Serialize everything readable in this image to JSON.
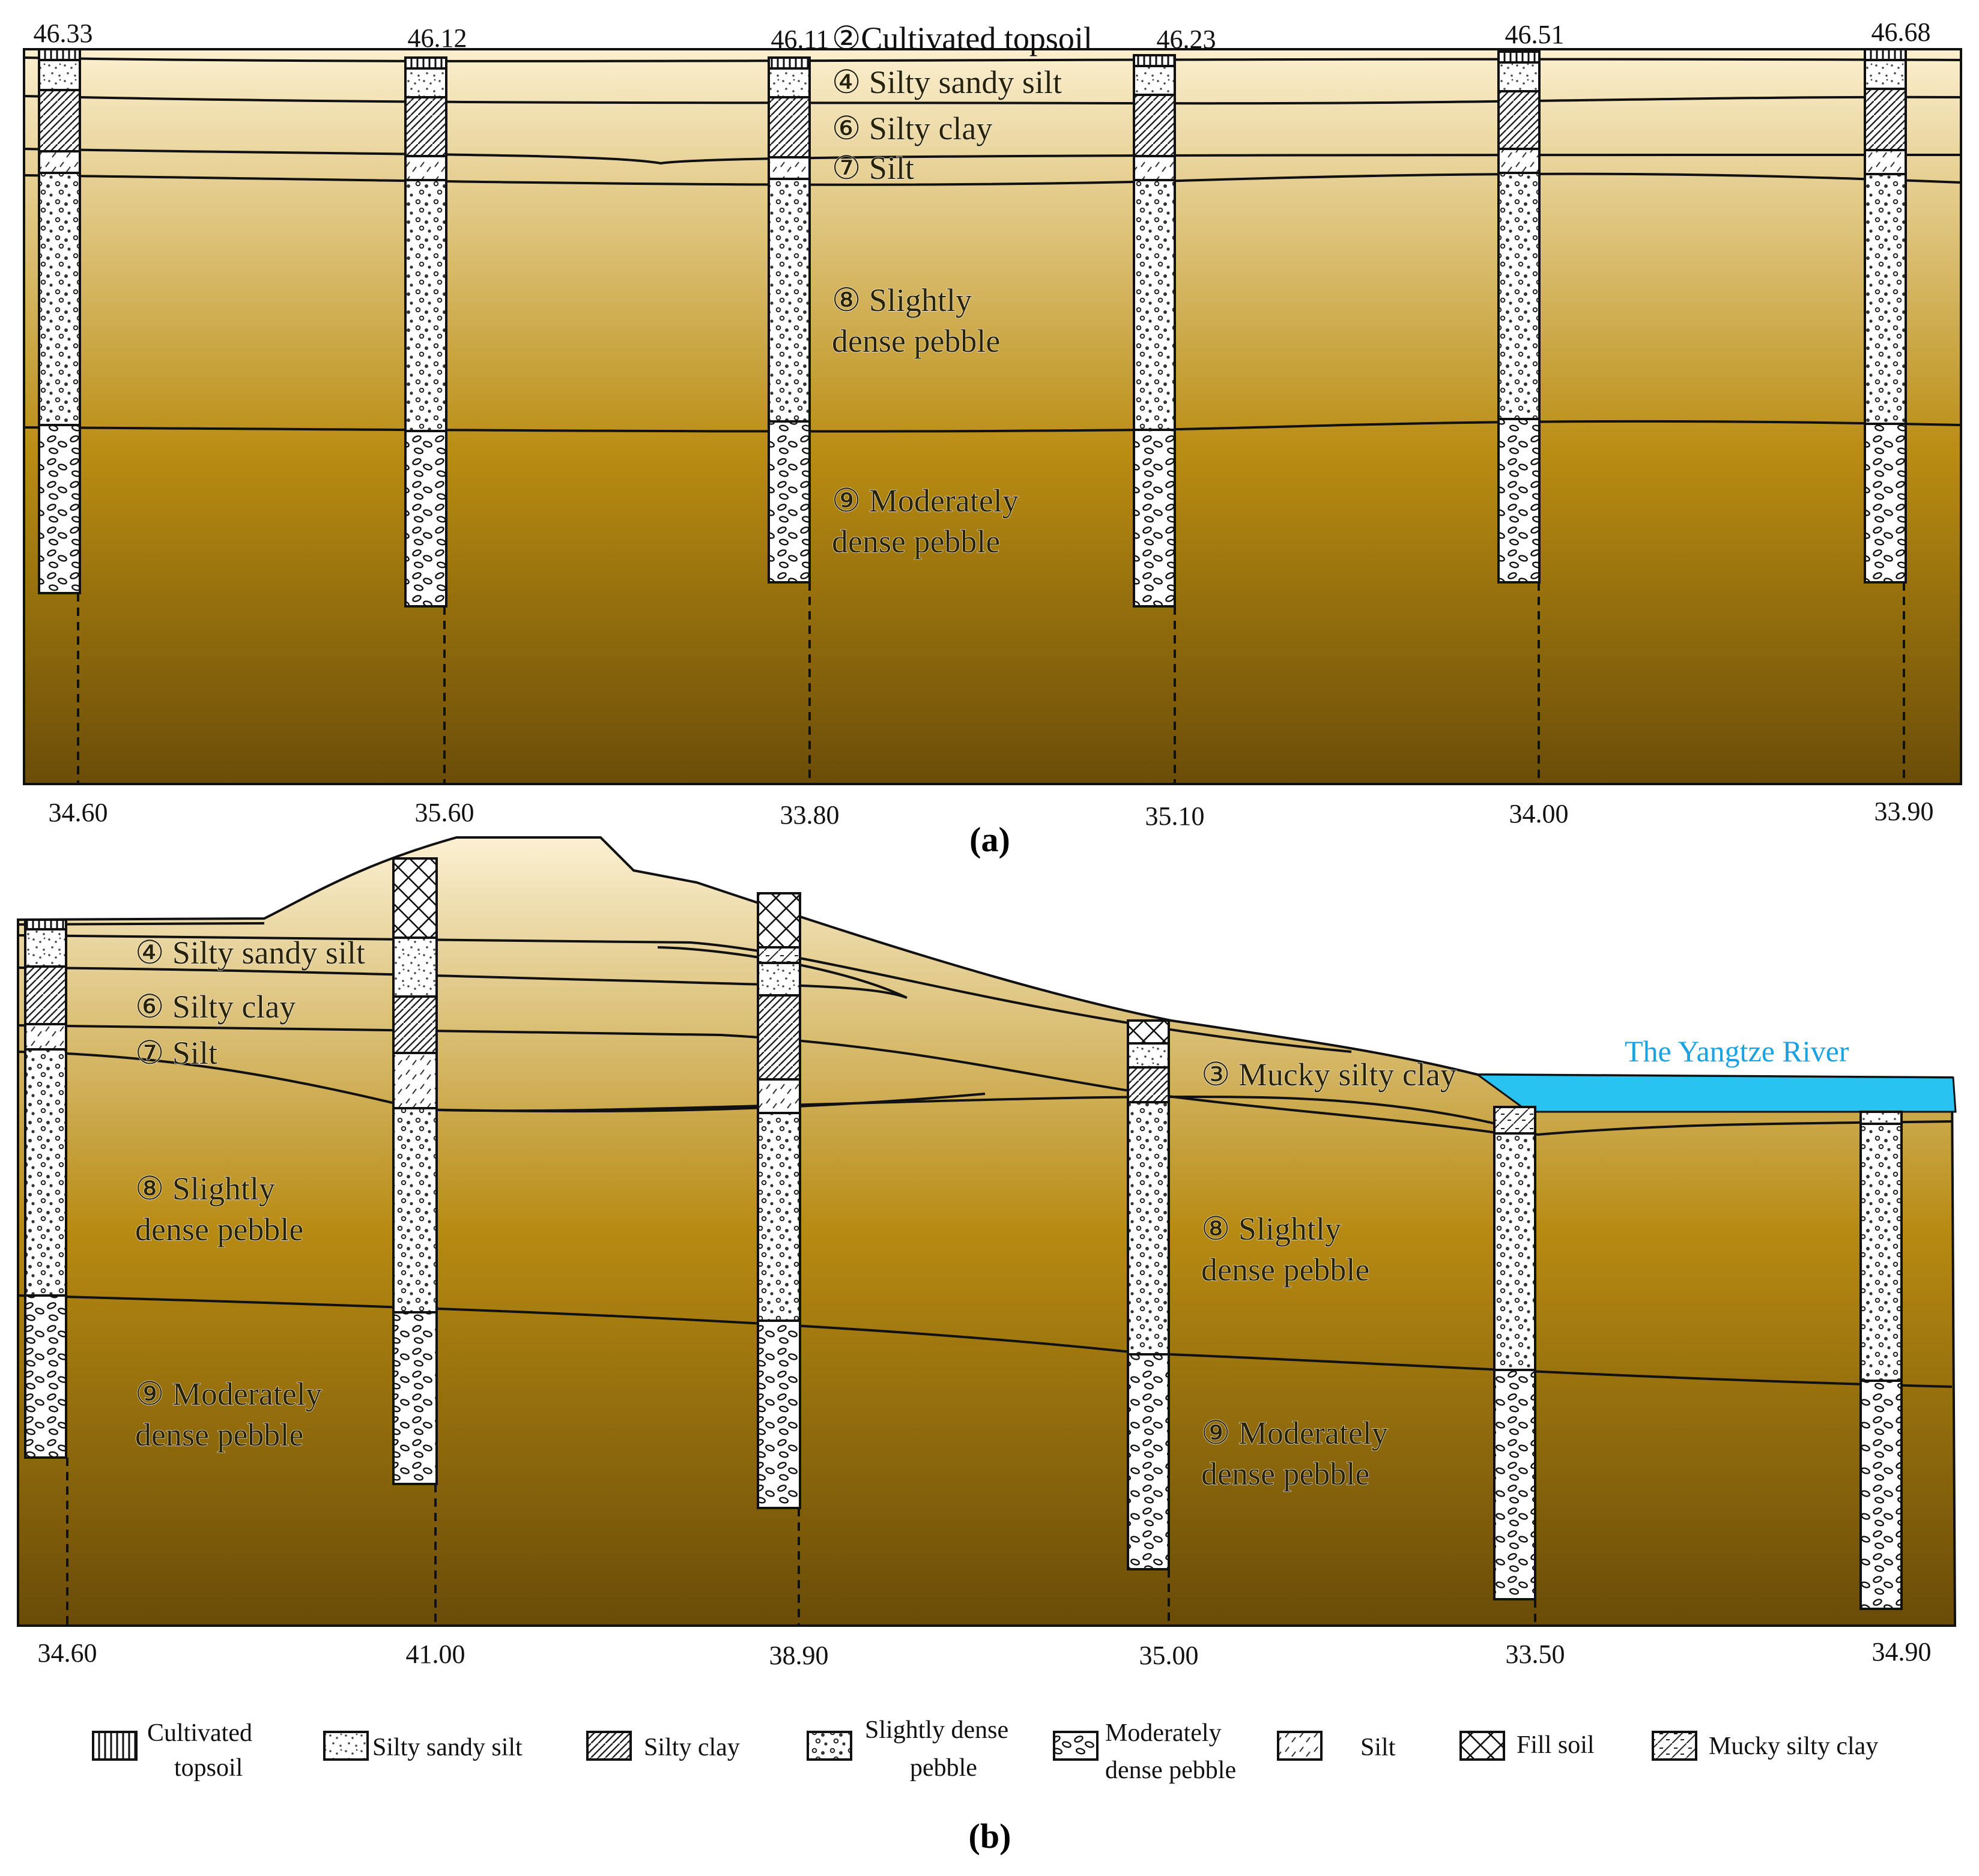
{
  "panel_a": {
    "caption": "(a)",
    "top_elevations": [
      "46.33",
      "46.12",
      "46.11",
      "46.23",
      "46.51",
      "46.68"
    ],
    "bottom_elevations": [
      "34.60",
      "35.60",
      "33.80",
      "35.10",
      "34.00",
      "33.90"
    ],
    "layer_labels": {
      "topsoil": "②Cultivated topsoil",
      "silty_sandy_silt": "④ Silty sandy silt",
      "silty_clay": "⑥ Silty clay",
      "silt": "⑦ Silt",
      "slight_pebble_1": "⑧ Slightly",
      "slight_pebble_2": "dense pebble",
      "mod_pebble_1": "⑨ Moderately",
      "mod_pebble_2": "dense pebble"
    }
  },
  "panel_b": {
    "caption": "(b)",
    "bottom_elevations": [
      "34.60",
      "41.00",
      "38.90",
      "35.00",
      "33.50",
      "34.90"
    ],
    "river_label": "The Yangtze River",
    "layer_labels": {
      "silty_sandy_silt": "④ Silty sandy silt",
      "silty_clay": "⑥ Silty clay",
      "silt": "⑦ Silt",
      "mucky": "③ Mucky silty clay",
      "slight_pebble_1": "⑧ Slightly",
      "slight_pebble_2": "dense pebble",
      "mod_pebble_1": "⑨ Moderately",
      "mod_pebble_2": "dense pebble"
    }
  },
  "legend": {
    "topsoil_1": "Cultivated",
    "topsoil_2": "topsoil",
    "silty_sandy_silt": "Silty sandy silt",
    "silty_clay": "Silty clay",
    "slight_pebble_1": "Slightly dense",
    "slight_pebble_2": "pebble",
    "mod_pebble_1": "Moderately",
    "mod_pebble_2": "dense pebble",
    "silt": "Silt",
    "fill_soil": "Fill soil",
    "mucky_silty_clay": "Mucky silty clay"
  },
  "colors": {
    "soil_top": "#fbeecb",
    "soil_mid": "#b78b10",
    "soil_bottom": "#6a4c08",
    "river": "#29c3f1"
  }
}
